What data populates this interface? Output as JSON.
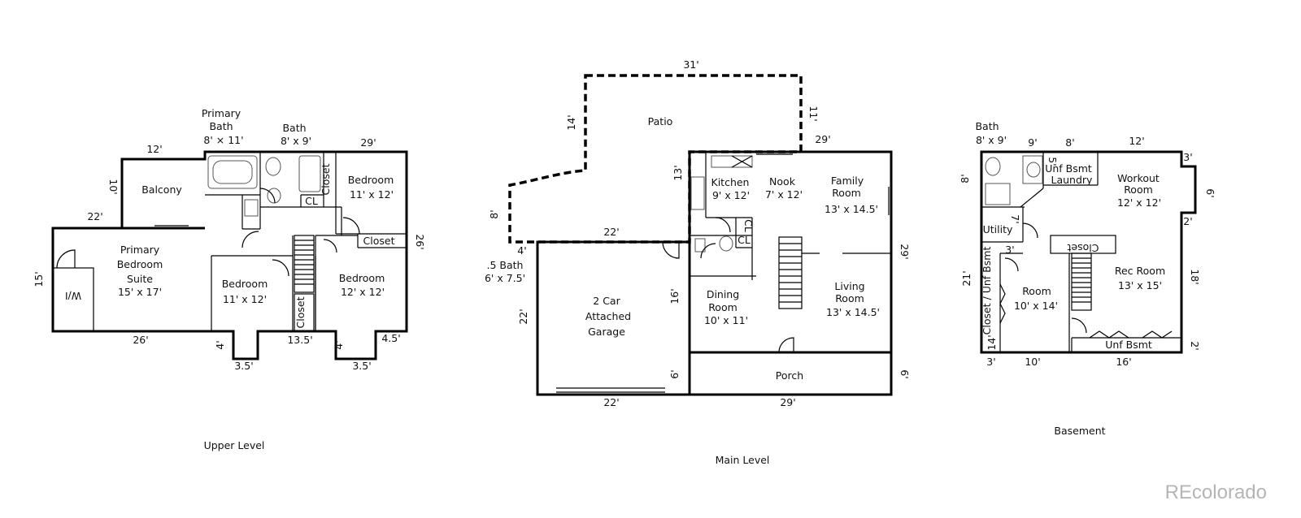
{
  "upper": {
    "level": "Upper Level",
    "primary_bath": {
      "name1": "Primary",
      "name2": "Bath",
      "dims": "8' × 11'"
    },
    "bath": {
      "name": "Bath",
      "dims": "8' x  9'"
    },
    "balcony": "Balcony",
    "primary_suite": {
      "l1": "Primary",
      "l2": "Bedroom",
      "l3": "Suite",
      "dims": "15'  x  17'"
    },
    "wic": "W/I",
    "bedroom_mid": {
      "name": "Bedroom",
      "dims": "11'  x 12'"
    },
    "bedroom_right_top": {
      "name": "Bedroom",
      "dims": "11'  x 12'"
    },
    "bedroom_right_bottom": {
      "name": "Bedroom",
      "dims": "12'  x 12'"
    },
    "closet": "Closet",
    "cl": "CL",
    "dims": {
      "d12": "12'",
      "d29": "29'",
      "d10": "10'",
      "d22": "22'",
      "d15": "15'",
      "d26_bottom": "26'",
      "d26_right": "26'",
      "d4a": "4'",
      "d35a": "3.5'",
      "d135": "13.5'",
      "d4b": "4'",
      "d45": "4.5'",
      "d35b": "3.5'"
    }
  },
  "main": {
    "level": "Main Level",
    "patio": "Patio",
    "kitchen": {
      "name": "Kitchen",
      "dims": "9' x 12'"
    },
    "nook": {
      "name": "Nook",
      "dims": "7' x 12'"
    },
    "family": {
      "l1": "Family",
      "l2": "Room",
      "dims": "13' x 14.5'"
    },
    "half_bath": {
      "name": ".5  Bath",
      "dims": "6' x 7.5'"
    },
    "dining": {
      "l1": "Dining",
      "l2": "Room",
      "dims": "10'  x 11'"
    },
    "living": {
      "l1": "Living",
      "l2": "Room",
      "dims": "13'  x 14.5'"
    },
    "garage": {
      "l1": "2 Car",
      "l2": "Attached",
      "l3": "Garage"
    },
    "porch": "Porch",
    "cl": "CL",
    "dims": {
      "d31": "31'",
      "d14": "14'",
      "d11": "11'",
      "d29_top": "29'",
      "d13": "13'",
      "d8": "8'",
      "d22_patio": "22'",
      "d4": "4'",
      "d22_left": "22'",
      "d16": "16'",
      "d29_right": "29'",
      "d6_garage": "6'",
      "d6_porch": "6'",
      "d22_bottom": "22'",
      "d29_bottom": "29'"
    }
  },
  "basement": {
    "level": "Basement",
    "bath": {
      "name": "Bath",
      "dims": "8' x  9'"
    },
    "laundry": {
      "l1": "Unf Bsmt",
      "l2": "Laundry"
    },
    "workout": {
      "l1": "Workout",
      "l2": "Room",
      "dims": "12'  x 12'"
    },
    "utility": "Utility",
    "closet_unf": "Closet / Unf  Bsmt",
    "room": {
      "name": "Room",
      "dims": "10'  x 14'"
    },
    "rec": {
      "name": "Rec Room",
      "dims": "13'  x  15'"
    },
    "closet": "Closet",
    "unf": "Unf  Bsmt",
    "dims": {
      "d9": "9'",
      "d8a": "8'",
      "d12": "12'",
      "d3a": "3'",
      "d8b": "8'",
      "d6": "6'",
      "d5": "5'",
      "d7": "7'",
      "d2a": "2'",
      "d3b": "3'",
      "d21": "21'",
      "d18": "18'",
      "d14": "14'",
      "d2b": "2'",
      "d3c": "3'",
      "d10": "10'",
      "d16": "16'"
    }
  },
  "watermark": "REcolorado"
}
